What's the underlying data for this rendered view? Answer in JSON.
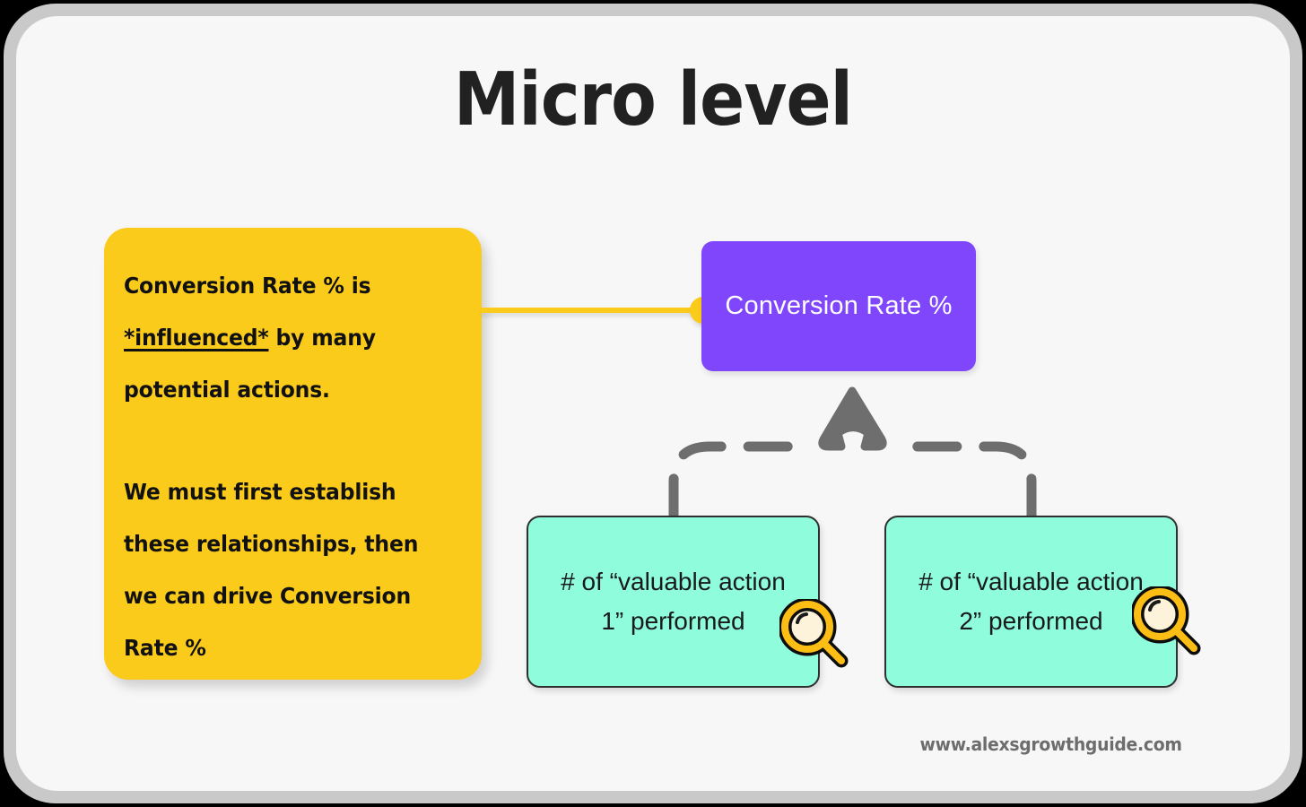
{
  "title": "Micro level",
  "note": {
    "paragraph_1_lines": [
      "Conversion Rate % is",
      "*influenced* by many",
      "potential actions."
    ],
    "emphasis_word": "*influenced*",
    "paragraph_1_prefix": "Conversion Rate % is",
    "paragraph_1_line2_suffix": " by many",
    "paragraph_1_line3": "potential actions.",
    "paragraph_2_lines": [
      "We must first establish",
      "these relationships, then",
      "we can drive Conversion",
      "Rate %"
    ]
  },
  "nodes": {
    "outcome": "Conversion Rate %",
    "action_1": "# of “valuable action 1” performed",
    "action_2": "# of “valuable action 2” performed"
  },
  "icons": {
    "magnifier_1": "magnifying-glass-icon",
    "magnifier_2": "magnifying-glass-icon",
    "arrow": "arrow-up-icon",
    "connector_dot": "connector-dot-icon"
  },
  "watermark": "www.alexsgrowthguide.com",
  "colors": {
    "frame_outer": "#000000",
    "frame_border": "#c9c9c9",
    "canvas": "#f7f7f7",
    "note_yellow": "#fbcb1b",
    "node_purple": "#7f46fb",
    "node_green": "#8ffcdc",
    "connector_gray": "#6e6e6e",
    "text_dark": "#111111",
    "text_light": "#ffffff",
    "watermark_gray": "#6d6d6d",
    "magnifier_gold": "#fcbe14",
    "magnifier_lens": "#fdf2da",
    "magnifier_outline": "#0d0d0d"
  }
}
